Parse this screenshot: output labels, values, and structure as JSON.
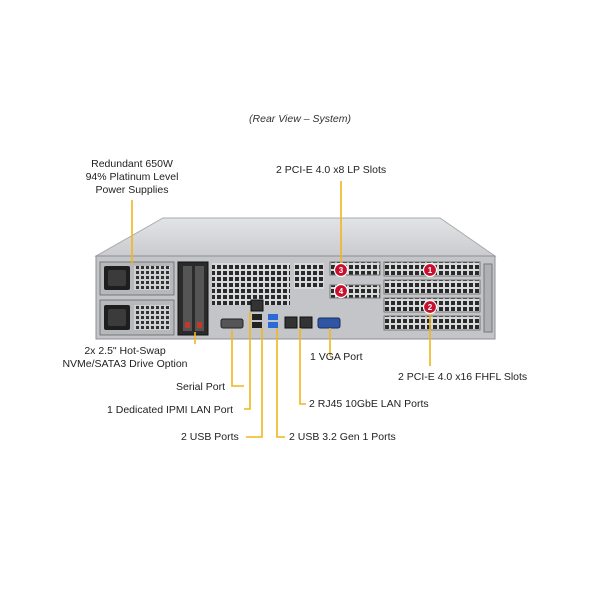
{
  "view_title": "(Rear View – System)",
  "labels": {
    "psu_line1": "Redundant 650W",
    "psu_line2": "94% Platinum  Level",
    "psu_line3": "Power Supplies",
    "lp_slots": "2 PCI-E 4.0 x8 LP Slots",
    "drive_line1": "2x 2.5\" Hot-Swap",
    "drive_line2": "NVMe/SATA3 Drive Option",
    "vga": "1 VGA Port",
    "fhfl_slots": "2 PCI-E 4.0 x16 FHFL Slots",
    "serial": "Serial Port",
    "ipmi": "1 Dedicated IPMI  LAN Port",
    "rj45": "2 RJ45 10GbE LAN Ports",
    "usb": "2 USB Ports",
    "usb32": "2 USB 3.2 Gen 1 Ports"
  },
  "slot_markers": [
    "1",
    "2",
    "3",
    "4"
  ],
  "colors": {
    "callout_line": "#f2b61c",
    "slot_marker": "#c8102e",
    "chassis": "#bfc1c4",
    "usb_blue": "#2c6bd6"
  }
}
